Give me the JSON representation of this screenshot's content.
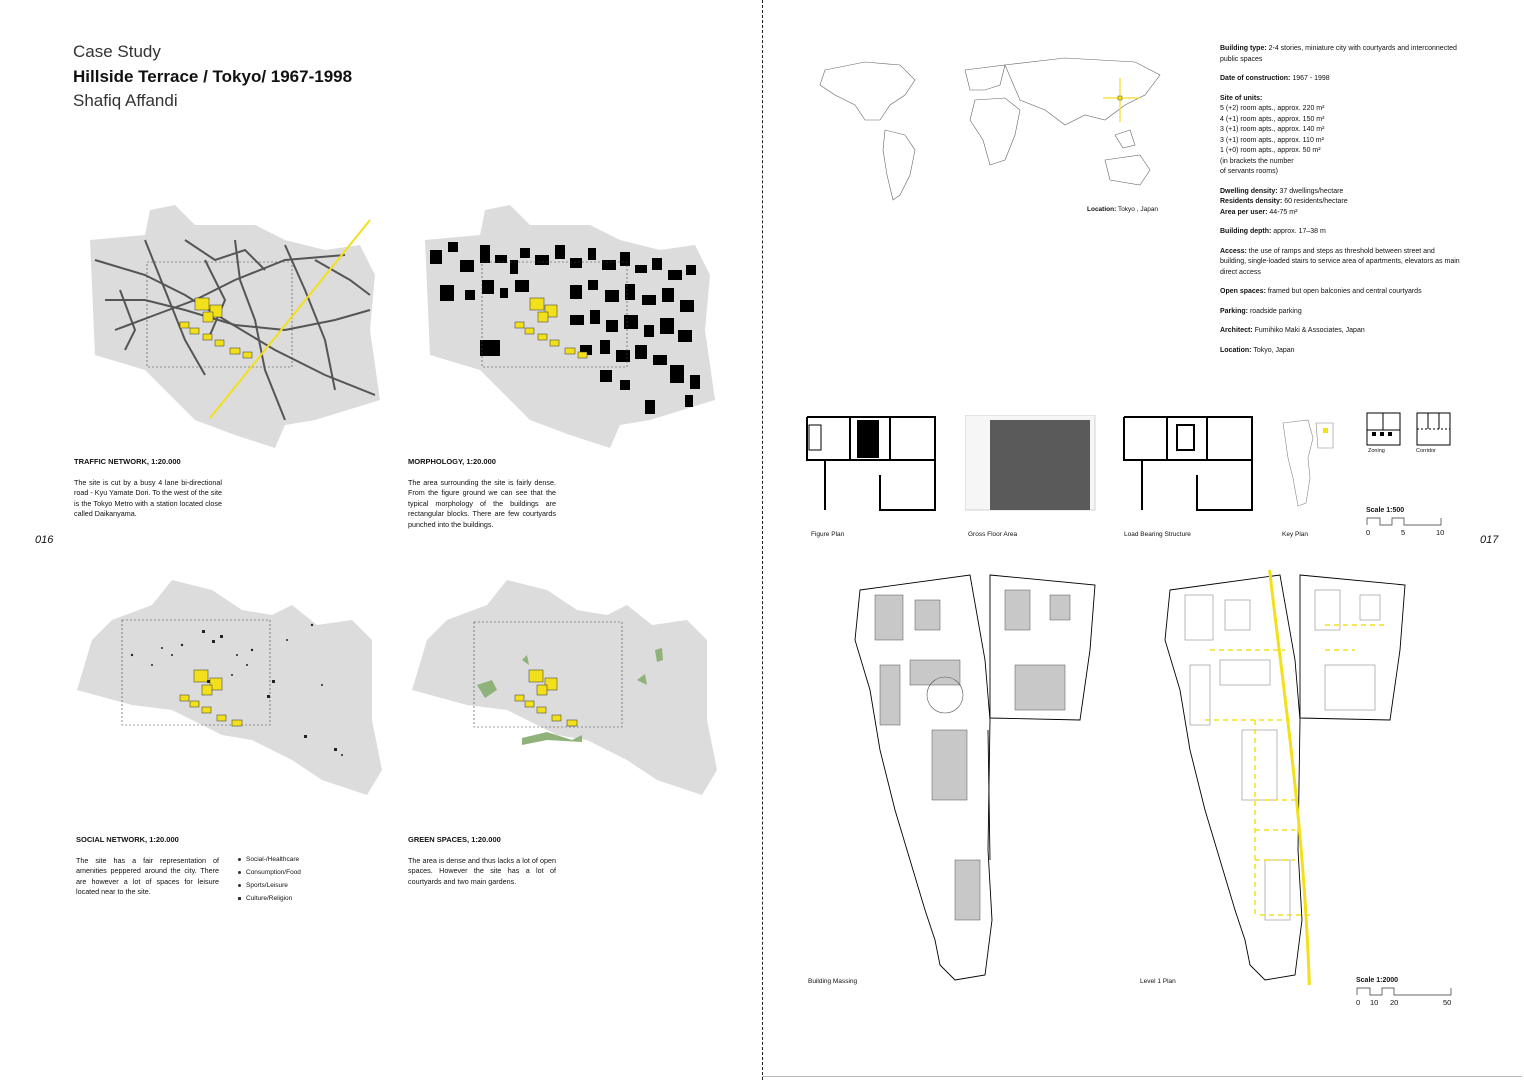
{
  "header": {
    "line1": "Case Study",
    "line2": "Hillside Terrace / Tokyo/ 1967-1998",
    "line3": "Shafiq Affandi"
  },
  "page_numbers": {
    "left": "016",
    "right": "017"
  },
  "maps": {
    "traffic": {
      "caption": "TRAFFIC NETWORK, 1:20.000",
      "text": "The site is cut by a busy 4 lane bi-directional road - Kyu Yamate Dori. To the west of the site is the Tokyo Metro with a station located close called Daikanyama."
    },
    "morphology": {
      "caption": "MORPHOLOGY, 1:20.000",
      "text": "The area surrounding the site is fairly dense. From the figure ground we can see that the typical morphology of the buildings are rectangular blocks. There are few courtyards punched into the buildings."
    },
    "social": {
      "caption": "SOCIAL NETWORK, 1:20.000",
      "text": "The site has a fair representation of amenities peppered around the city. There are however a lot of spaces for leisure located near to the site.",
      "legend": [
        "Social-/Healthcare",
        "Consumption/Food",
        "Sports/Leisure",
        "Culture/Religion"
      ]
    },
    "green": {
      "caption": "GREEN SPACES, 1:20.000",
      "text": "The area is dense and thus lacks a lot of open spaces. However the site has a lot of courtyards and two main gardens."
    }
  },
  "location": {
    "label_bold": "Location:",
    "label_value": " Tokyo , Japan"
  },
  "info": {
    "building_type_label": "Building type:",
    "building_type": " 2-4 stories, miniature city with courtyards and interconnected public spaces",
    "date_label": "Date of construction:",
    "date": " 1967 - 1998",
    "units_label": "Site of units:",
    "units": [
      "5 (+2) room apts., approx. 220 m²",
      "4 (+1) room apts., approx. 150 m²",
      "3 (+1) room apts., approx. 140 m²",
      "3 (+1) room apts., approx. 110 m²",
      "1 (+0) room apts., approx. 50 m²",
      "(in brackets the number",
      "of servants rooms)"
    ],
    "dwelling_label": "Dwelling density:",
    "dwelling": " 37 dwellings/hectare",
    "residents_label": "Residents density:",
    "residents": " 60 residents/hectare",
    "area_label": "Area per user:",
    "area": "  44-75 m²",
    "depth_label": "Building depth:",
    "depth": " approx. 17–38 m",
    "access_label": "Access:",
    "access": " the use of ramps and steps as threshold between street and building, single-loaded stairs to service area of apartments, elevators as main direct access",
    "open_label": "Open spaces:",
    "open": " framed but open balconies and central courtyards",
    "parking_label": "Parking:",
    "parking": " roadside parking",
    "architect_label": "Architect:",
    "architect": " Fumihiko Maki & Associates, Japan",
    "loc_label": "Location:",
    "loc": " Tokyo, Japan"
  },
  "plans": {
    "figure": "Figure Plan",
    "gross": "Gross Floor Area",
    "load": "Load Bearing Structure",
    "key": "Key Plan",
    "zoning": "Zoning",
    "corridor": "Corridor",
    "scale_label": "Scale 1:500",
    "scale_ticks": [
      "0",
      "5",
      "10"
    ]
  },
  "bottom": {
    "massing": "Building Massing",
    "level1": "Level 1 Plan",
    "scale_label": "Scale 1:2000",
    "scale_ticks": [
      "0",
      "10",
      "20",
      "50"
    ]
  },
  "colors": {
    "accent": "#f2e01b",
    "ground": "#dcdcdc",
    "dark": "#5a5a5a"
  }
}
